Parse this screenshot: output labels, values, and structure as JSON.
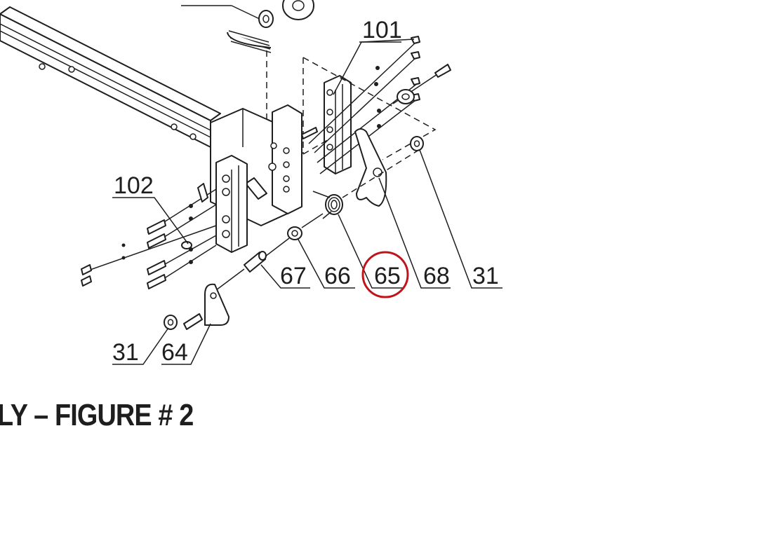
{
  "diagram": {
    "caption": "LY – FIGURE # 2",
    "callouts": [
      {
        "id": "101",
        "label": "101"
      },
      {
        "id": "102",
        "label": "102"
      },
      {
        "id": "67",
        "label": "67"
      },
      {
        "id": "66",
        "label": "66"
      },
      {
        "id": "65",
        "label": "65",
        "highlighted": true
      },
      {
        "id": "68",
        "label": "68"
      },
      {
        "id": "31-right",
        "label": "31"
      },
      {
        "id": "31-left",
        "label": "31"
      },
      {
        "id": "64",
        "label": "64"
      }
    ],
    "highlight_color": "#c0141c",
    "line_color": "#1e1e1e"
  }
}
